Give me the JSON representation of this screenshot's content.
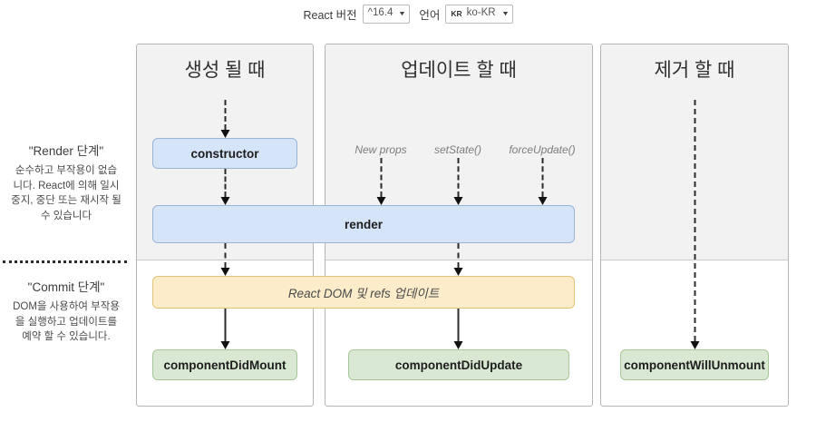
{
  "controls": {
    "version_label": "React 버전",
    "version_value": "^16.4",
    "version_caret": "▼",
    "language_label": "언어",
    "language_flag": "KR",
    "language_value": "ko-KR",
    "language_caret": "▼"
  },
  "phases": [
    {
      "id": "render",
      "title": "\"Render 단계\"",
      "description": "순수하고 부작용이 없습니다. React에 의해 일시 중지, 중단 또는 재시작 될 수 있습니다"
    },
    {
      "id": "commit",
      "title": "\"Commit 단계\"",
      "description": "DOM을 사용하여 부작용을 실행하고 업데이트를 예약 할 수 있습니다."
    }
  ],
  "columns": [
    {
      "id": "mount",
      "title": "생성 될 때"
    },
    {
      "id": "update",
      "title": "업데이트 할 때"
    },
    {
      "id": "unmount",
      "title": "제거 할 때"
    }
  ],
  "triggers": [
    {
      "label": "New props"
    },
    {
      "label": "setState()"
    },
    {
      "label": "forceUpdate()"
    }
  ],
  "nodes": {
    "constructor": "constructor",
    "render": "render",
    "react_dom_refs": "React DOM 및 refs 업데이트",
    "component_did_mount": "componentDidMount",
    "component_did_update": "componentDidUpdate",
    "component_will_unmount": "componentWillUnmount"
  },
  "colors": {
    "render_phase_bg": "#f2f2f2",
    "blue_node": "#d6e4f7",
    "green_node": "#d9e8d2",
    "yellow_node": "#fcecca",
    "arrow": "#2b2b2b"
  }
}
